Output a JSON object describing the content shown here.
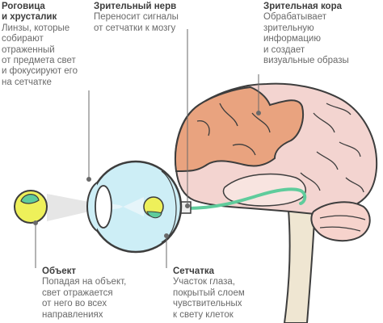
{
  "colors": {
    "cortex_orange": "#e9a37f",
    "brain_pink": "#f3d4d0",
    "nerve_green": "#5fcc9c",
    "lens_yellow": "#eef05a",
    "eye_blue": "#cdeef6",
    "eye_outline": "#3d3d3d",
    "spine_beige": "#efe6d2",
    "cerebellum_pink": "#f6d3cc",
    "leader_line": "#6a6a6a"
  },
  "labels": {
    "cornea": {
      "title": [
        "Роговица",
        "и хрусталик"
      ],
      "text": [
        "Линзы, которые",
        "собирают",
        "отраженный",
        "от предмета свет",
        "и фокусируют его",
        "на сетчатке"
      ]
    },
    "nerve": {
      "title": [
        "Зрительный нерв"
      ],
      "text": [
        "Переносит сигналы",
        "от сетчатки к мозгу"
      ]
    },
    "cortex": {
      "title": [
        "Зрительная кора"
      ],
      "text": [
        "Обрабатывает",
        "зрительную",
        "информацию",
        "и создает",
        "визуальные образы"
      ]
    },
    "object": {
      "title": [
        "Объект"
      ],
      "text": [
        "Попадая на объект,",
        "свет отражается",
        "от него во всех",
        "направлениях"
      ]
    },
    "retina": {
      "title": [
        "Сетчатка"
      ],
      "text": [
        "Участок глаза,",
        "покрытый слоем",
        "чувствительных",
        "к свету клеток"
      ]
    }
  }
}
